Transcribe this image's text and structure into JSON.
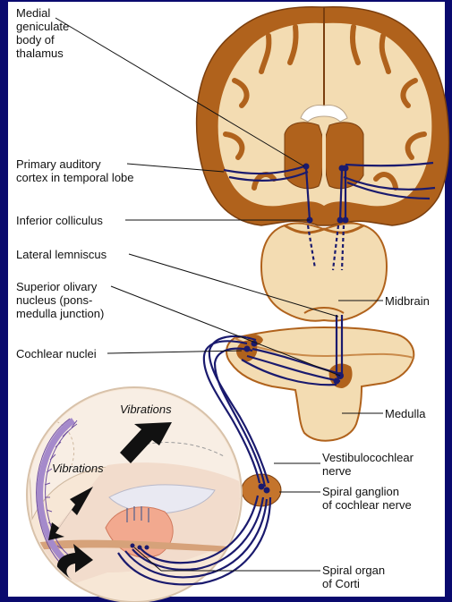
{
  "colors": {
    "page_border": "#0a0a6e",
    "tissue_outer": "#b0621c",
    "tissue_inner": "#f3dcb2",
    "pathway": "#1a1a6e",
    "cochlea_purple": "#a58acb",
    "organ_pink": "#f2a98f"
  },
  "labels": {
    "medial_geniculate": "Medial\ngeniculate\nbody of\nthalamus",
    "primary_auditory": "Primary auditory\ncortex in temporal lobe",
    "inferior_colliculus": "Inferior colliculus",
    "lateral_lemniscus": "Lateral lemniscus",
    "superior_olivary": "Superior olivary\nnucleus (pons-\nmedulla junction)",
    "cochlear_nuclei": "Cochlear nuclei",
    "midbrain": "Midbrain",
    "medulla": "Medulla",
    "vestibulocochlear": "Vestibulocochlear\nnerve",
    "spiral_ganglion": "Spiral ganglion\nof cochlear nerve",
    "spiral_organ": "Spiral organ\nof Corti",
    "vibrations_top": "Vibrations",
    "vibrations_left": "Vibrations"
  },
  "icons": [
    "arrow-icon",
    "curved-arrow-icon"
  ]
}
